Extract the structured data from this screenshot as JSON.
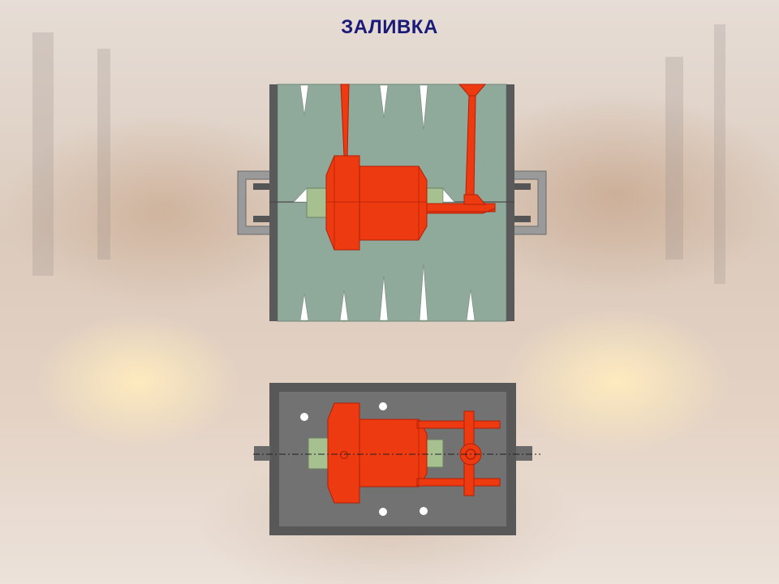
{
  "slide": {
    "title": "ЗАЛИВКА"
  },
  "colors": {
    "casting": "#ee3a10",
    "casting_stroke": "#b02008",
    "mold_fill": "#8fa99b",
    "flask_frame": "#585858",
    "plate_fill": "#727272",
    "core_print": "#a7c08f",
    "heading": "#1a1a78"
  },
  "icons": [
    "vent-spike",
    "gate-ladle-icon",
    "pin-hole"
  ]
}
